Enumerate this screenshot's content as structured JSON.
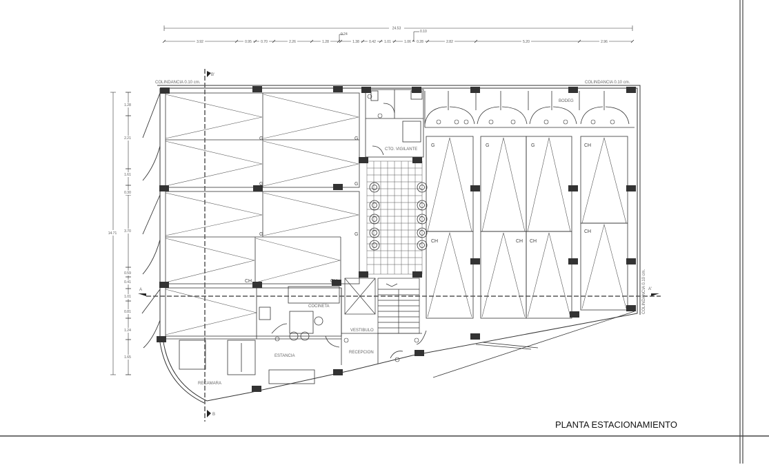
{
  "sheet": {
    "title": "PLANTA ESTACIONAMIENTO",
    "line_color": "#333333",
    "section_line_color": "#555555",
    "column_fill": "#333333"
  },
  "boundary_labels": {
    "north_left": "COLINDANCIA 0.10 cm.",
    "north_right": "COLINDANCIA 0.10 cm.",
    "east": "COLINDANCIA 0.10 cm."
  },
  "section_marks": {
    "a_left": "A",
    "a_right": "A'",
    "b_top": "B'",
    "b_bottom": "B"
  },
  "horizontal_dims": {
    "overall": "24.53",
    "note_top_a": "0.24",
    "note_top_b": "0.10",
    "segments": [
      "3.92",
      "0.95",
      "0.70",
      "2.26",
      "1.28",
      "1.38",
      "0.42",
      "1.01",
      "1.06",
      "0.28",
      "2.82",
      "5.20",
      "2.96"
    ]
  },
  "vertical_dims": {
    "overall": "14.71",
    "segments": [
      "1.28",
      "2.21",
      "1.61",
      "0.30",
      "3.70",
      "0.59",
      "0.41",
      "1.01",
      "0.81",
      "1.24",
      "1.65"
    ]
  },
  "rooms": {
    "vigilante": "CTO. VIGILANTE",
    "bodega": "BODEG",
    "cocineta": "COCINETA",
    "vestibulo": "VESTIBULO",
    "recepcion": "RECEPCION",
    "estancia": "ESTANCIA",
    "recamara": "RECAMARA"
  },
  "parking_labels": {
    "g": "G",
    "ch": "CH"
  }
}
